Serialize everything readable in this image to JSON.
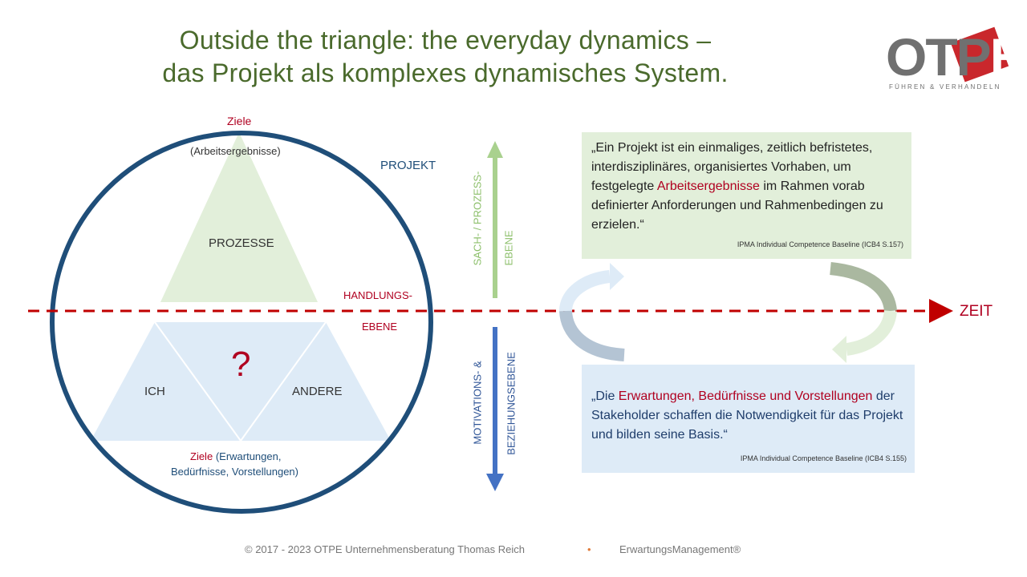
{
  "title": {
    "line1": "Outside the triangle: the everyday dynamics –",
    "line2": "das Projekt als komplexes dynamisches System."
  },
  "logo": {
    "word_o": "O",
    "word_tp": "TP",
    "word_e": "E",
    "tagline": "FÜHREN & VERHANDELN"
  },
  "diagram": {
    "goals_top": "Ziele",
    "goals_top_sub": "(Arbeitsergebnisse)",
    "project": "PROJEKT",
    "processes": "PROZESSE",
    "action_level_1": "HANDLUNGS-",
    "action_level_2": "EBENE",
    "question": "?",
    "self": "ICH",
    "others": "ANDERE",
    "goals_bottom": "Ziele",
    "goals_bottom_sub1": "(Erwartungen,",
    "goals_bottom_sub2": "Bedürfnisse, Vorstellungen)",
    "time": "ZEIT",
    "up_axis_1": "SACH- / PROZESS-",
    "up_axis_2": "EBENE",
    "down_axis_1": "MOTIVATIONS- &",
    "down_axis_2": "BEZIEHUNGSEBENE"
  },
  "quotes": {
    "top": {
      "before": "„Ein Projekt ist ein einmaliges, zeitlich befristetes, interdisziplinäres, organisiertes Vorhaben, um festgelegte ",
      "highlight": "Arbeitsergebnisse",
      "after": " im Rahmen vorab definierter Anforderungen und Rahmenbedingen zu erzielen.“",
      "source": "IPMA Individual Competence Baseline (ICB4 S.157)"
    },
    "bottom": {
      "before": "„Die ",
      "highlight": "Erwartungen, Bedürfnisse und Vorstellungen",
      "after": " der Stakeholder schaffen die Notwendigkeit für das Projekt und bilden seine Basis.“",
      "source": "IPMA Individual Competence Baseline (ICB4 S.155)"
    }
  },
  "footer": {
    "copyright": "© 2017 - 2023  OTPE Unternehmensberatung  Thomas Reich",
    "bullet": "•",
    "brand": "ErwartungsManagement®"
  },
  "colors": {
    "circle": "#1f4e79",
    "dash": "#c00000",
    "green": "#e2efda",
    "blue": "#deebf7",
    "arrow_green": "#a9d18e",
    "arrow_blue": "#4472c4"
  }
}
